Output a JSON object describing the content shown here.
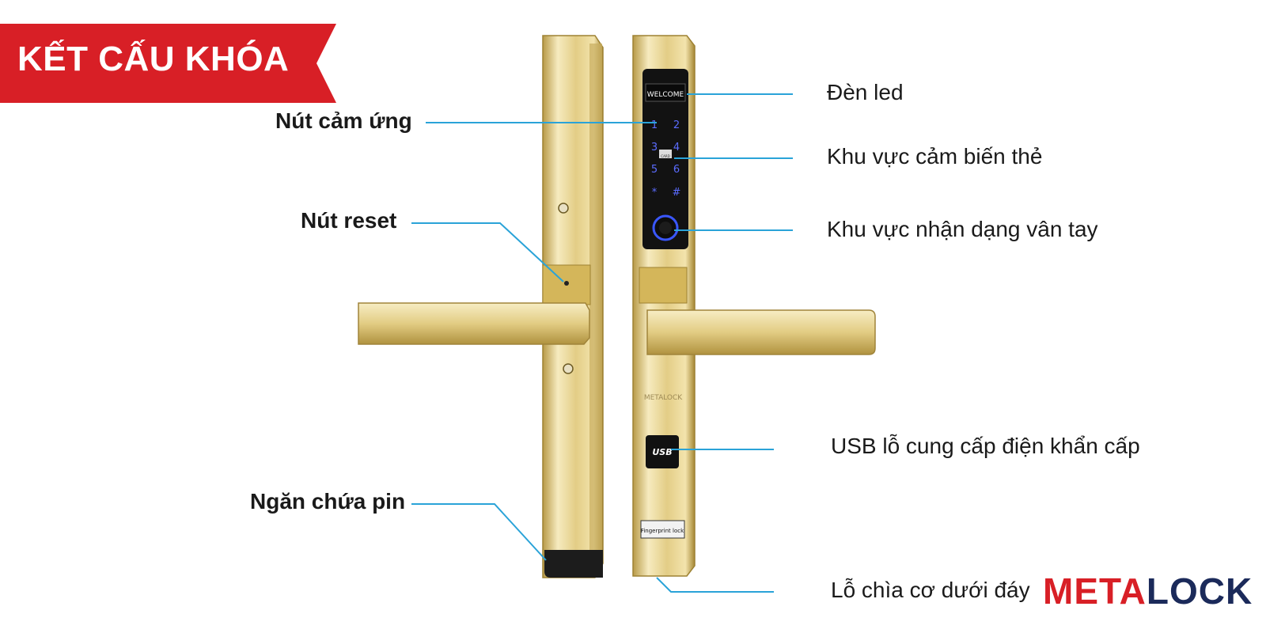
{
  "banner": {
    "title": "KẾT CẤU KHÓA",
    "color": "#d81f26"
  },
  "left_labels": {
    "touch_button": "Nút cảm ứng",
    "reset_button": "Nút reset",
    "battery_compartment": "Ngăn chứa pin"
  },
  "right_labels": {
    "led": "Đèn led",
    "card_sensor": "Khu vực cảm biến thẻ",
    "fingerprint": "Khu vực nhận dạng vân tay",
    "usb": "USB lỗ cung cấp điện khẩn cấp",
    "keyhole": "Lỗ chìa cơ dưới đáy"
  },
  "lock_device": {
    "screen_text": "WELCOME",
    "keypad": [
      "1",
      "2",
      "3",
      "4",
      "5",
      "6",
      "*",
      "#"
    ],
    "card_icon_text": "CARD",
    "brand_print": "METALOCK",
    "usb_text": "USB",
    "plate_text": "Fingerprint lock"
  },
  "logo": {
    "part1": "META",
    "part2": "LOCK",
    "color1": "#d81f26",
    "color2": "#1b2a5a"
  },
  "colors": {
    "leader_line": "#2aa3d8",
    "gold_light": "#f4e7b4",
    "gold_mid": "#d9c27a",
    "gold_dark": "#a88a3a"
  }
}
